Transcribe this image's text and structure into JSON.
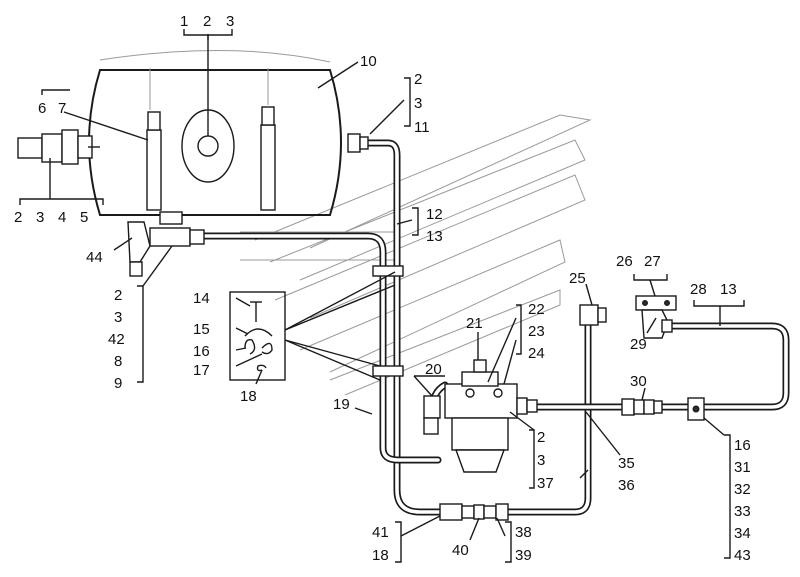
{
  "callouts": [
    {
      "id": "c1",
      "text": "1"
    },
    {
      "id": "c2a",
      "text": "2"
    },
    {
      "id": "c3a",
      "text": "3"
    },
    {
      "id": "c10",
      "text": "10"
    },
    {
      "id": "c6",
      "text": "6"
    },
    {
      "id": "c7",
      "text": "7"
    },
    {
      "id": "c2b",
      "text": "2"
    },
    {
      "id": "c3b",
      "text": "3"
    },
    {
      "id": "c11",
      "text": "11"
    },
    {
      "id": "c2c",
      "text": "2"
    },
    {
      "id": "c3c",
      "text": "3"
    },
    {
      "id": "c4",
      "text": "4"
    },
    {
      "id": "c5",
      "text": "5"
    },
    {
      "id": "c12",
      "text": "12"
    },
    {
      "id": "c13a",
      "text": "13"
    },
    {
      "id": "c44",
      "text": "44"
    },
    {
      "id": "c2d",
      "text": "2"
    },
    {
      "id": "c3d",
      "text": "3"
    },
    {
      "id": "c42",
      "text": "42"
    },
    {
      "id": "c8",
      "text": "8"
    },
    {
      "id": "c9",
      "text": "9"
    },
    {
      "id": "c14",
      "text": "14"
    },
    {
      "id": "c15",
      "text": "15"
    },
    {
      "id": "c16a",
      "text": "16"
    },
    {
      "id": "c17",
      "text": "17"
    },
    {
      "id": "c18a",
      "text": "18"
    },
    {
      "id": "c19",
      "text": "19"
    },
    {
      "id": "c20",
      "text": "20"
    },
    {
      "id": "c21",
      "text": "21"
    },
    {
      "id": "c22",
      "text": "22"
    },
    {
      "id": "c23",
      "text": "23"
    },
    {
      "id": "c24",
      "text": "24"
    },
    {
      "id": "c25",
      "text": "25"
    },
    {
      "id": "c26",
      "text": "26"
    },
    {
      "id": "c27",
      "text": "27"
    },
    {
      "id": "c28",
      "text": "28"
    },
    {
      "id": "c13b",
      "text": "13"
    },
    {
      "id": "c29",
      "text": "29"
    },
    {
      "id": "c30",
      "text": "30"
    },
    {
      "id": "c2e",
      "text": "2"
    },
    {
      "id": "c3e",
      "text": "3"
    },
    {
      "id": "c37",
      "text": "37"
    },
    {
      "id": "c35",
      "text": "35"
    },
    {
      "id": "c36",
      "text": "36"
    },
    {
      "id": "c16b",
      "text": "16"
    },
    {
      "id": "c31",
      "text": "31"
    },
    {
      "id": "c32",
      "text": "32"
    },
    {
      "id": "c33",
      "text": "33"
    },
    {
      "id": "c34",
      "text": "34"
    },
    {
      "id": "c43",
      "text": "43"
    },
    {
      "id": "c41",
      "text": "41"
    },
    {
      "id": "c18b",
      "text": "18"
    },
    {
      "id": "c40",
      "text": "40"
    },
    {
      "id": "c38",
      "text": "38"
    },
    {
      "id": "c39",
      "text": "39"
    }
  ]
}
